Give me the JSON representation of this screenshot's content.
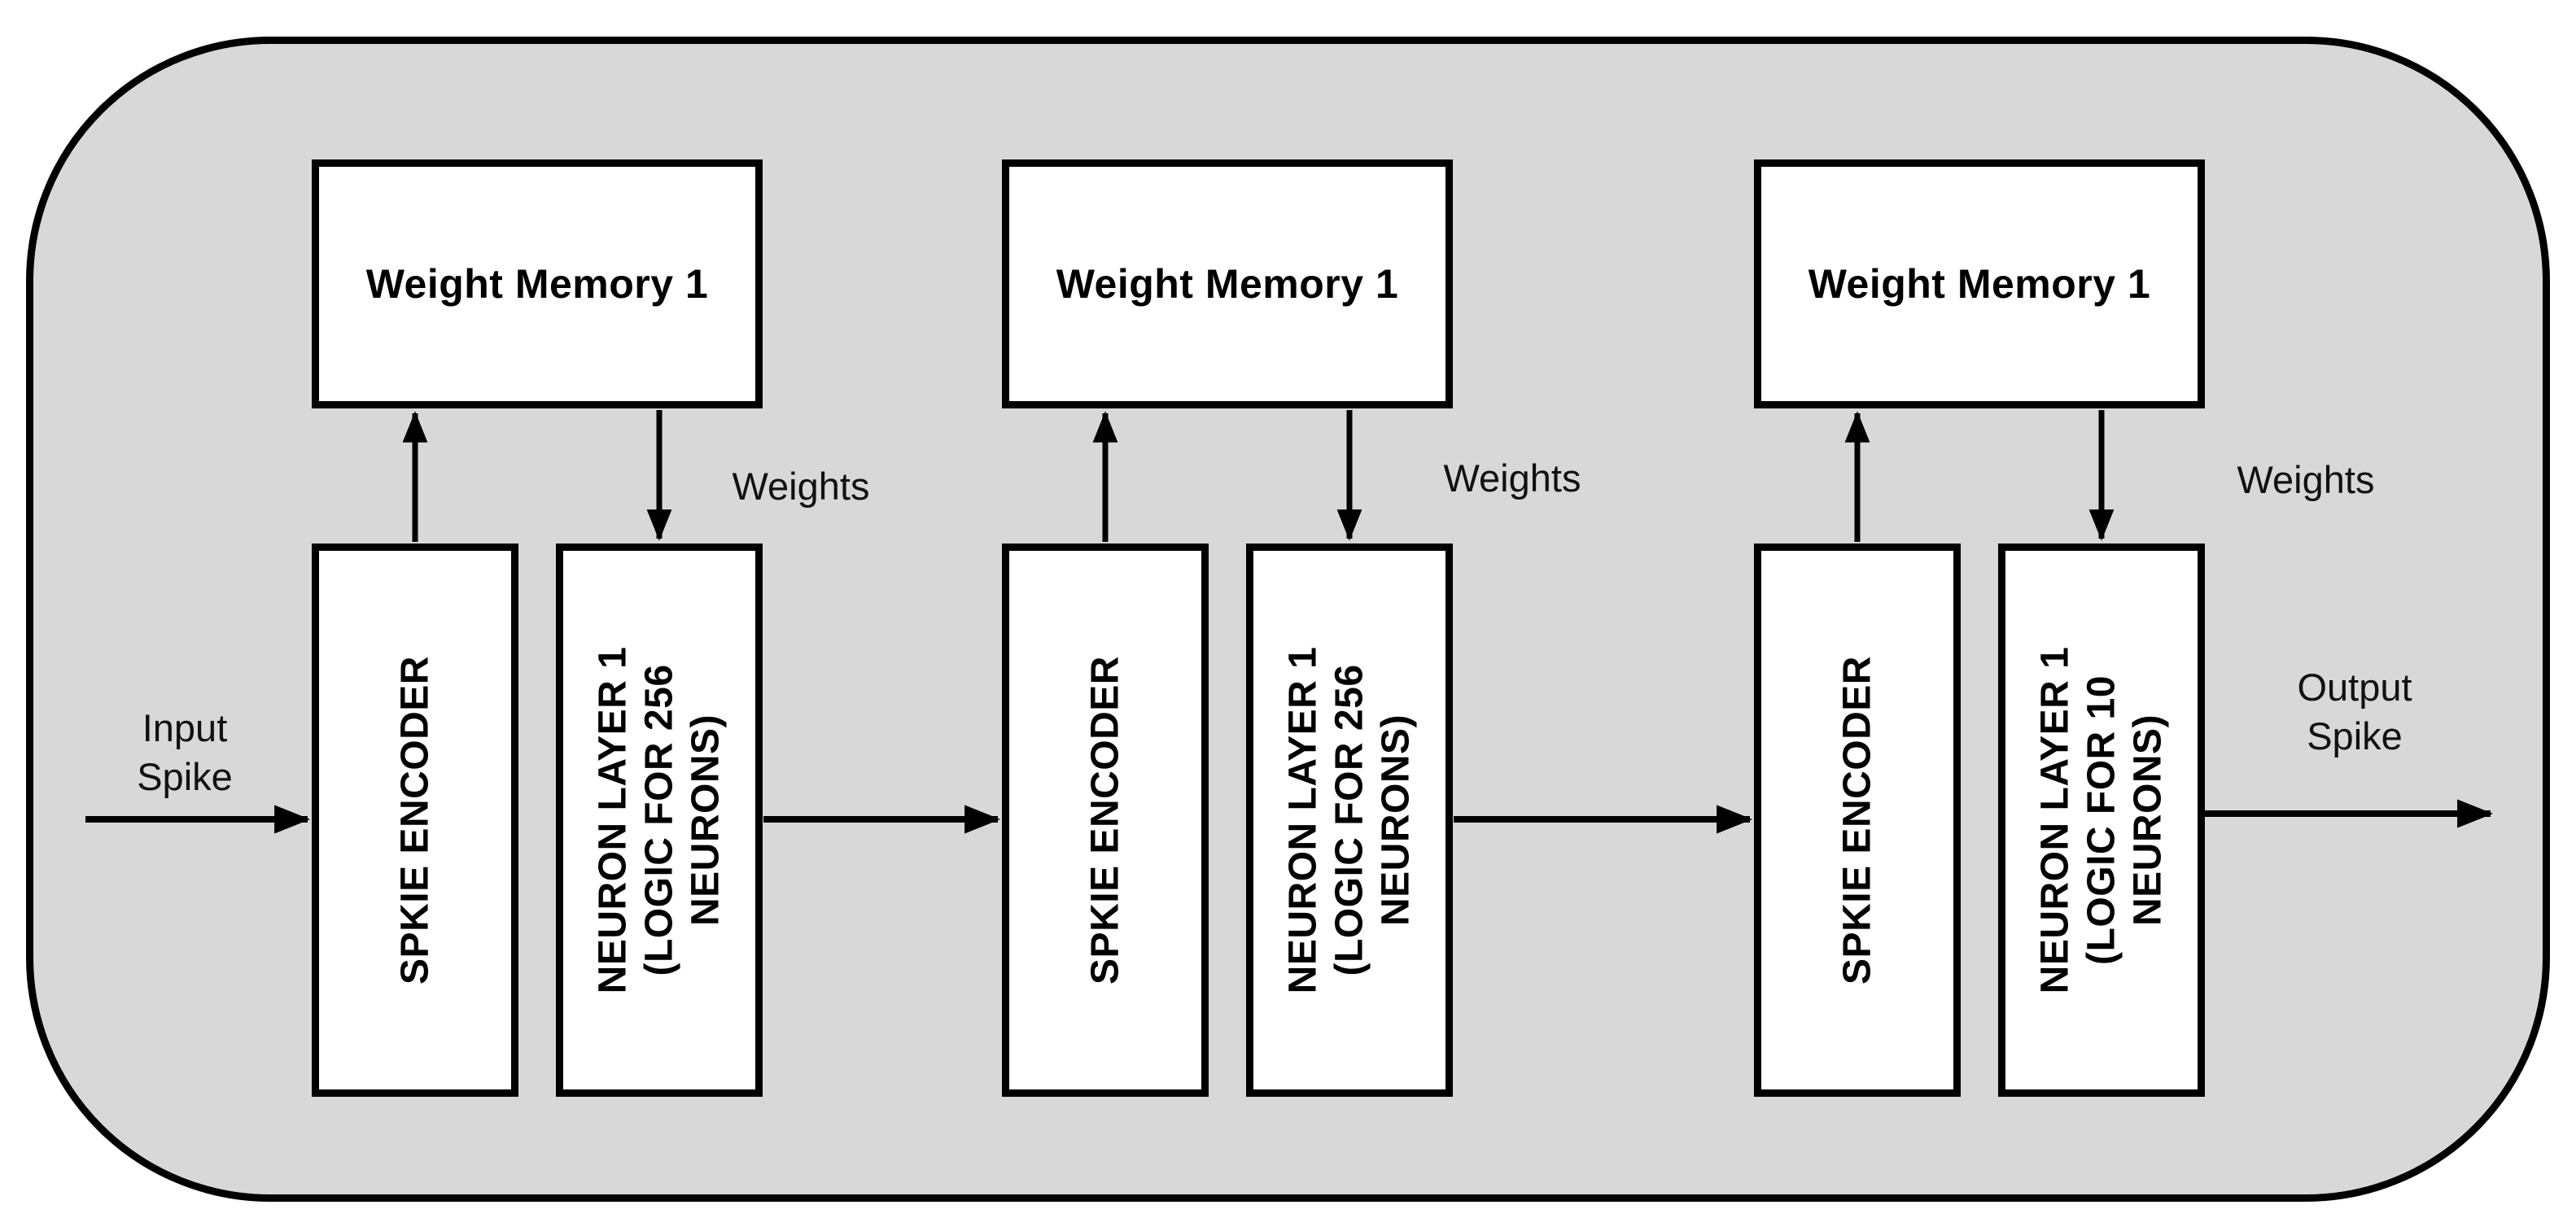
{
  "diagram": {
    "type": "block-diagram",
    "colors": {
      "bg": "#ffffff",
      "panel": "#d8d8d8",
      "line": "#000000",
      "boxfill": "#ffffff"
    },
    "input_label": "Input\nSpike",
    "output_label": "Output\nSpike",
    "stages": [
      {
        "weight_memory": "Weight Memory 1",
        "weights_annotation": "Weights",
        "encoder": "SPKIE ENCODER",
        "neuron_layer": "NEURON LAYER 1\n(LOGIC FOR 256\nNEURONS)"
      },
      {
        "weight_memory": "Weight Memory 1",
        "weights_annotation": "Weights",
        "encoder": "SPKIE ENCODER",
        "neuron_layer": "NEURON LAYER 1\n(LOGIC FOR 256\nNEURONS)"
      },
      {
        "weight_memory": "Weight Memory 1",
        "weights_annotation": "Weights",
        "encoder": "SPKIE ENCODER",
        "neuron_layer": "NEURON LAYER 1\n(LOGIC FOR 10\nNEURONS)"
      }
    ]
  }
}
